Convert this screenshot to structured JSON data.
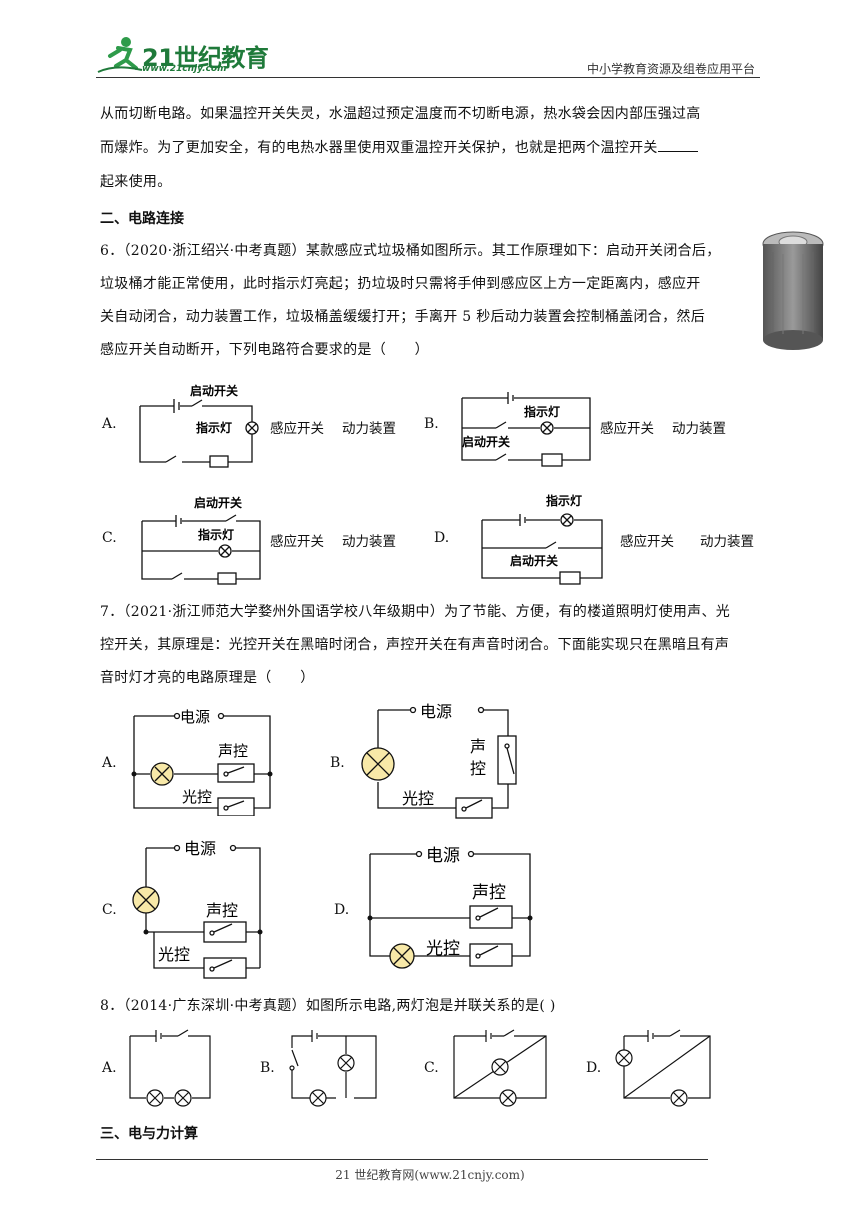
{
  "header": {
    "logo_text": "21世纪教育",
    "logo_url": "www.21cnjy.com",
    "platform": "中小学教育资源及组卷应用平台"
  },
  "intro": {
    "line1": "从而切断电路。如果温控开关失灵，水温超过预定温度而不切断电源，热水袋会因内部压强过高",
    "line2": "而爆炸。为了更加安全，有的电热水器里使用双重温控开关保护，也就是把两个温控开关",
    "line3": "起来使用。"
  },
  "section2": {
    "title": "二、电路连接"
  },
  "q6": {
    "stem_l1": "6．（2020·浙江绍兴·中考真题）某款感应式垃圾桶如图所示。其工作原理如下：启动开关闭合后，",
    "stem_l2": "垃圾桶才能正常使用，此时指示灯亮起；扔垃圾时只需将手伸到感应区上方一定距离内，感应开",
    "stem_l3": "关自动闭合，动力装置工作，垃圾桶盖缓缓打开；手离开 5 秒后动力装置会控制桶盖闭合，然后",
    "stem_l4": "感应开关自动断开，下列电路符合要求的是（　　）",
    "labels": {
      "start_switch": "启动开关",
      "indicator": "指示灯",
      "sensor_switch": "感应开关",
      "motor": "动力装置"
    },
    "options": [
      "A.",
      "B.",
      "C.",
      "D."
    ]
  },
  "q7": {
    "stem_l1": "7．（2021·浙江师范大学婺州外国语学校八年级期中）为了节能、方便，有的楼道照明灯使用声、光",
    "stem_l2": "控开关，其原理是：光控开关在黑暗时闭合，声控开关在有声音时闭合。下面能实现只在黑暗且有声",
    "stem_l3": "音时灯才亮的电路原理是（　　）",
    "labels": {
      "power": "电源",
      "sound": "声控",
      "sound_v1": "声",
      "sound_v2": "控",
      "light": "光控"
    },
    "options": [
      "A.",
      "B.",
      "C.",
      "D."
    ]
  },
  "q8": {
    "stem": "8．（2014·广东深圳·中考真题）如图所示电路,两灯泡是并联关系的是( )",
    "options": [
      "A.",
      "B.",
      "C.",
      "D."
    ]
  },
  "section3": {
    "title": "三、电与力计算"
  },
  "footer": {
    "text": "21 世纪教育网(www.21cnjy.com)"
  },
  "colors": {
    "brand_green": "#1f7a3a",
    "lamp_fill": "#f8e9a8"
  }
}
